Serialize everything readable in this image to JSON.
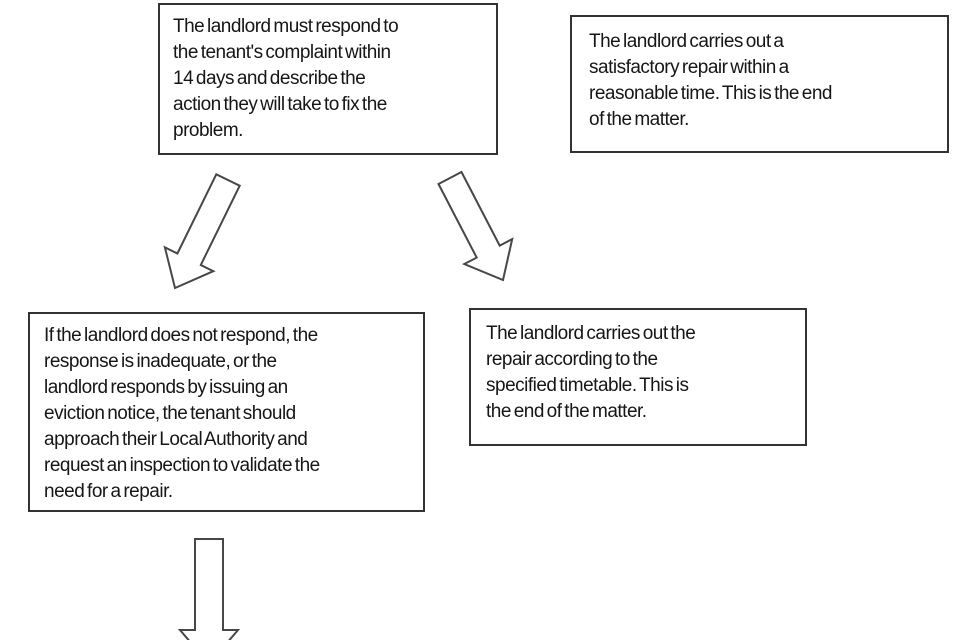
{
  "page": {
    "type": "flowchart",
    "title": "Tenant repair complaint process (untitled in image)"
  },
  "flowchart": {
    "boxes": [
      {
        "name": "landlord-must-respond",
        "text": "The landlord must respond to\nthe tenant's complaint within\n14 days and describe the\naction they will take to fix the\nproblem."
      },
      {
        "name": "satisfactory-repair-end",
        "text": "The landlord carries out a\nsatisfactory repair within a\nreasonable time. This is the end\nof the matter."
      },
      {
        "name": "landlord-no-response",
        "text": "If the landlord does not respond, the\nresponse is inadequate, or the\nlandlord responds by issuing an\neviction notice, the tenant should\napproach their Local Authority and\nrequest an inspection to validate the\nneed for a repair."
      },
      {
        "name": "repair-per-timetable-end",
        "text": "The landlord carries out the\nrepair according to the\nspecified timetable. This is\nthe end of the matter."
      }
    ],
    "arrows": [
      {
        "name": "arrow-down-left",
        "direction": "down-left",
        "style": "hollow-block-arrow"
      },
      {
        "name": "arrow-down-right",
        "direction": "down-right",
        "style": "hollow-block-arrow"
      },
      {
        "name": "arrow-down",
        "direction": "down",
        "style": "hollow-block-arrow",
        "note": "clipped at bottom edge of image"
      }
    ],
    "colors": {
      "background": "#ffffff",
      "box_border": "#333333",
      "text": "#161616",
      "arrow_stroke": "#474747",
      "arrow_fill": "#ffffff"
    }
  }
}
